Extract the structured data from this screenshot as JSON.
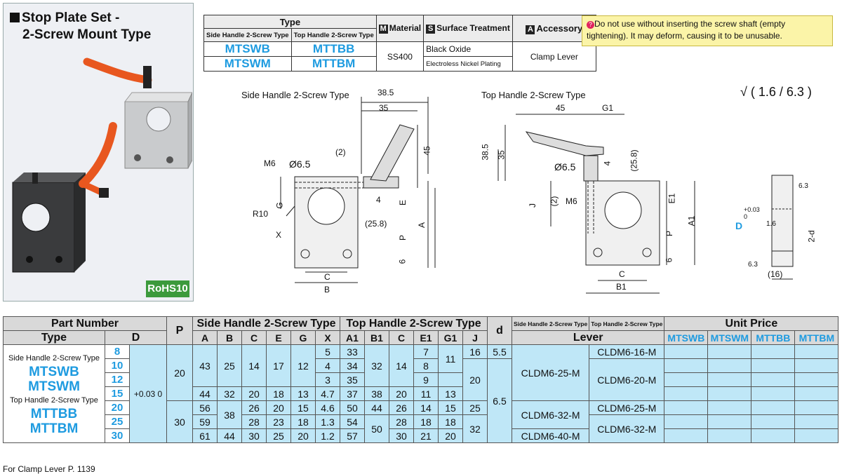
{
  "title": {
    "line1": "Stop Plate Set -",
    "line2": "2-Screw Mount Type"
  },
  "rohs": "RoHS10",
  "spec_table": {
    "type_header": "Type",
    "side_header": "Side Handle 2-Screw Type",
    "top_header": "Top Handle 2-Screw Type",
    "material_icon": "M",
    "material_header": "Material",
    "surface_icon": "S",
    "surface_header": "Surface Treatment",
    "accessory_icon": "A",
    "accessory_header": "Accessory",
    "side_codes": [
      "MTSWB",
      "MTSWM"
    ],
    "top_codes": [
      "MTTBB",
      "MTTBM"
    ],
    "material": "SS400",
    "surface": [
      "Black Oxide",
      "Electroless Nickel Plating"
    ],
    "accessory": "Clamp Lever"
  },
  "warning": "Do not use without inserting the screw shaft (empty tightening). It may deform, causing it to be unusable.",
  "drawings": {
    "side_title": "Side Handle 2-Screw Type",
    "top_title": "Top Handle 2-Screw Type",
    "side_dims": {
      "d385": "38.5",
      "d35": "35",
      "d45": "45",
      "m6": "M6",
      "phi": "Ø6.5",
      "p2": "(2)",
      "g": "G",
      "r10": "R10",
      "x": "X",
      "d4": "4",
      "e": "E",
      "a": "A",
      "p258": "(25.8)",
      "p": "P",
      "d6": "6",
      "c": "C",
      "b": "B"
    },
    "top_dims": {
      "d45": "45",
      "g1": "G1",
      "d385": "38.5",
      "d35": "35",
      "phi": "Ø6.5",
      "d4": "4",
      "p258": "(25.8)",
      "j": "J",
      "p2": "(2)",
      "m6": "M6",
      "e1": "E1",
      "a1": "A1",
      "p": "P",
      "d6": "6",
      "c": "C",
      "b1": "B1"
    },
    "finish_symbol": "√ ( 1.6 / 6.3 )",
    "side_view": {
      "d": "D",
      "tol": "+0.03 0",
      "r63a": "6.3",
      "r16": "1.6",
      "twod": "2-d",
      "r63b": "6.3",
      "w16": "(16)"
    }
  },
  "main_table": {
    "headers": {
      "part_number": "Part Number",
      "type": "Type",
      "d_col": "D",
      "p": "P",
      "side_group": "Side Handle 2-Screw Type",
      "top_group": "Top Handle 2-Screw Type",
      "side_cols": [
        "A",
        "B",
        "C",
        "E",
        "G",
        "X"
      ],
      "top_cols": [
        "A1",
        "B1",
        "C",
        "E1",
        "G1",
        "J"
      ],
      "d_small": "d",
      "lever_side": "Side Handle 2-Screw Type",
      "lever_top": "Top Handle 2-Screw Type",
      "lever": "Lever",
      "unit_price": "Unit Price",
      "price_cols": [
        "MTSWB",
        "MTSWM",
        "MTTBB",
        "MTTBM"
      ]
    },
    "type_block": {
      "side_label": "Side Handle 2-Screw Type",
      "side_codes": [
        "MTSWB",
        "MTSWM"
      ],
      "top_label": "Top Handle 2-Screw Type",
      "top_codes": [
        "MTTBB",
        "MTTBM"
      ],
      "tolerance": "+0.03 0"
    },
    "rows": [
      {
        "D": "8",
        "X": "5",
        "A1": "33",
        "E1": "7",
        "J": "16",
        "d": "5.5",
        "lever_top": "CLDM6-16-M"
      },
      {
        "D": "10",
        "X": "4",
        "A1": "34",
        "E1": "8",
        "G1": "11"
      },
      {
        "D": "12",
        "X": "3",
        "A1": "35",
        "E1": "9"
      },
      {
        "D": "15",
        "A": "44",
        "B": "32",
        "C": "20",
        "E": "18",
        "G": "13",
        "X": "4.7",
        "A1": "37",
        "B1": "38",
        "C1": "20",
        "E1": "11",
        "G1": "13"
      },
      {
        "D": "20",
        "A": "56",
        "C": "26",
        "E": "20",
        "G": "15",
        "X": "4.6",
        "A1": "50",
        "B1": "44",
        "C1": "26",
        "E1": "14",
        "G1": "15",
        "J": "25",
        "lever_top": "CLDM6-25-M"
      },
      {
        "D": "25",
        "A": "59",
        "C": "28",
        "E": "23",
        "G": "18",
        "X": "1.3",
        "A1": "54",
        "C1": "28",
        "E1": "18",
        "G1": "18"
      },
      {
        "D": "30",
        "A": "61",
        "B": "44",
        "C": "30",
        "E": "25",
        "G": "20",
        "X": "1.2",
        "A1": "57",
        "C1": "30",
        "E1": "21",
        "G1": "20",
        "lever_side": "CLDM6-40-M"
      }
    ],
    "merged": {
      "p20": "20",
      "p30": "30",
      "a_1_3": "43",
      "b_1_3": "25",
      "c_1_3": "14",
      "e_1_3": "17",
      "g_1_3": "12",
      "b1_1_3": "32",
      "c1_1_3": "14",
      "g1_1_2": "11",
      "j_2_4": "20",
      "j_6_7": "32",
      "b_5_6": "38",
      "b1_6_7": "50",
      "d_2_7": "6.5",
      "lever_side_1_4": "CLDM6-25-M",
      "lever_side_5_6": "CLDM6-32-M",
      "lever_top_2_4": "CLDM6-20-M",
      "lever_top_6_7": "CLDM6-32-M"
    }
  },
  "footnote": "For Clamp Lever  P. 1139"
}
